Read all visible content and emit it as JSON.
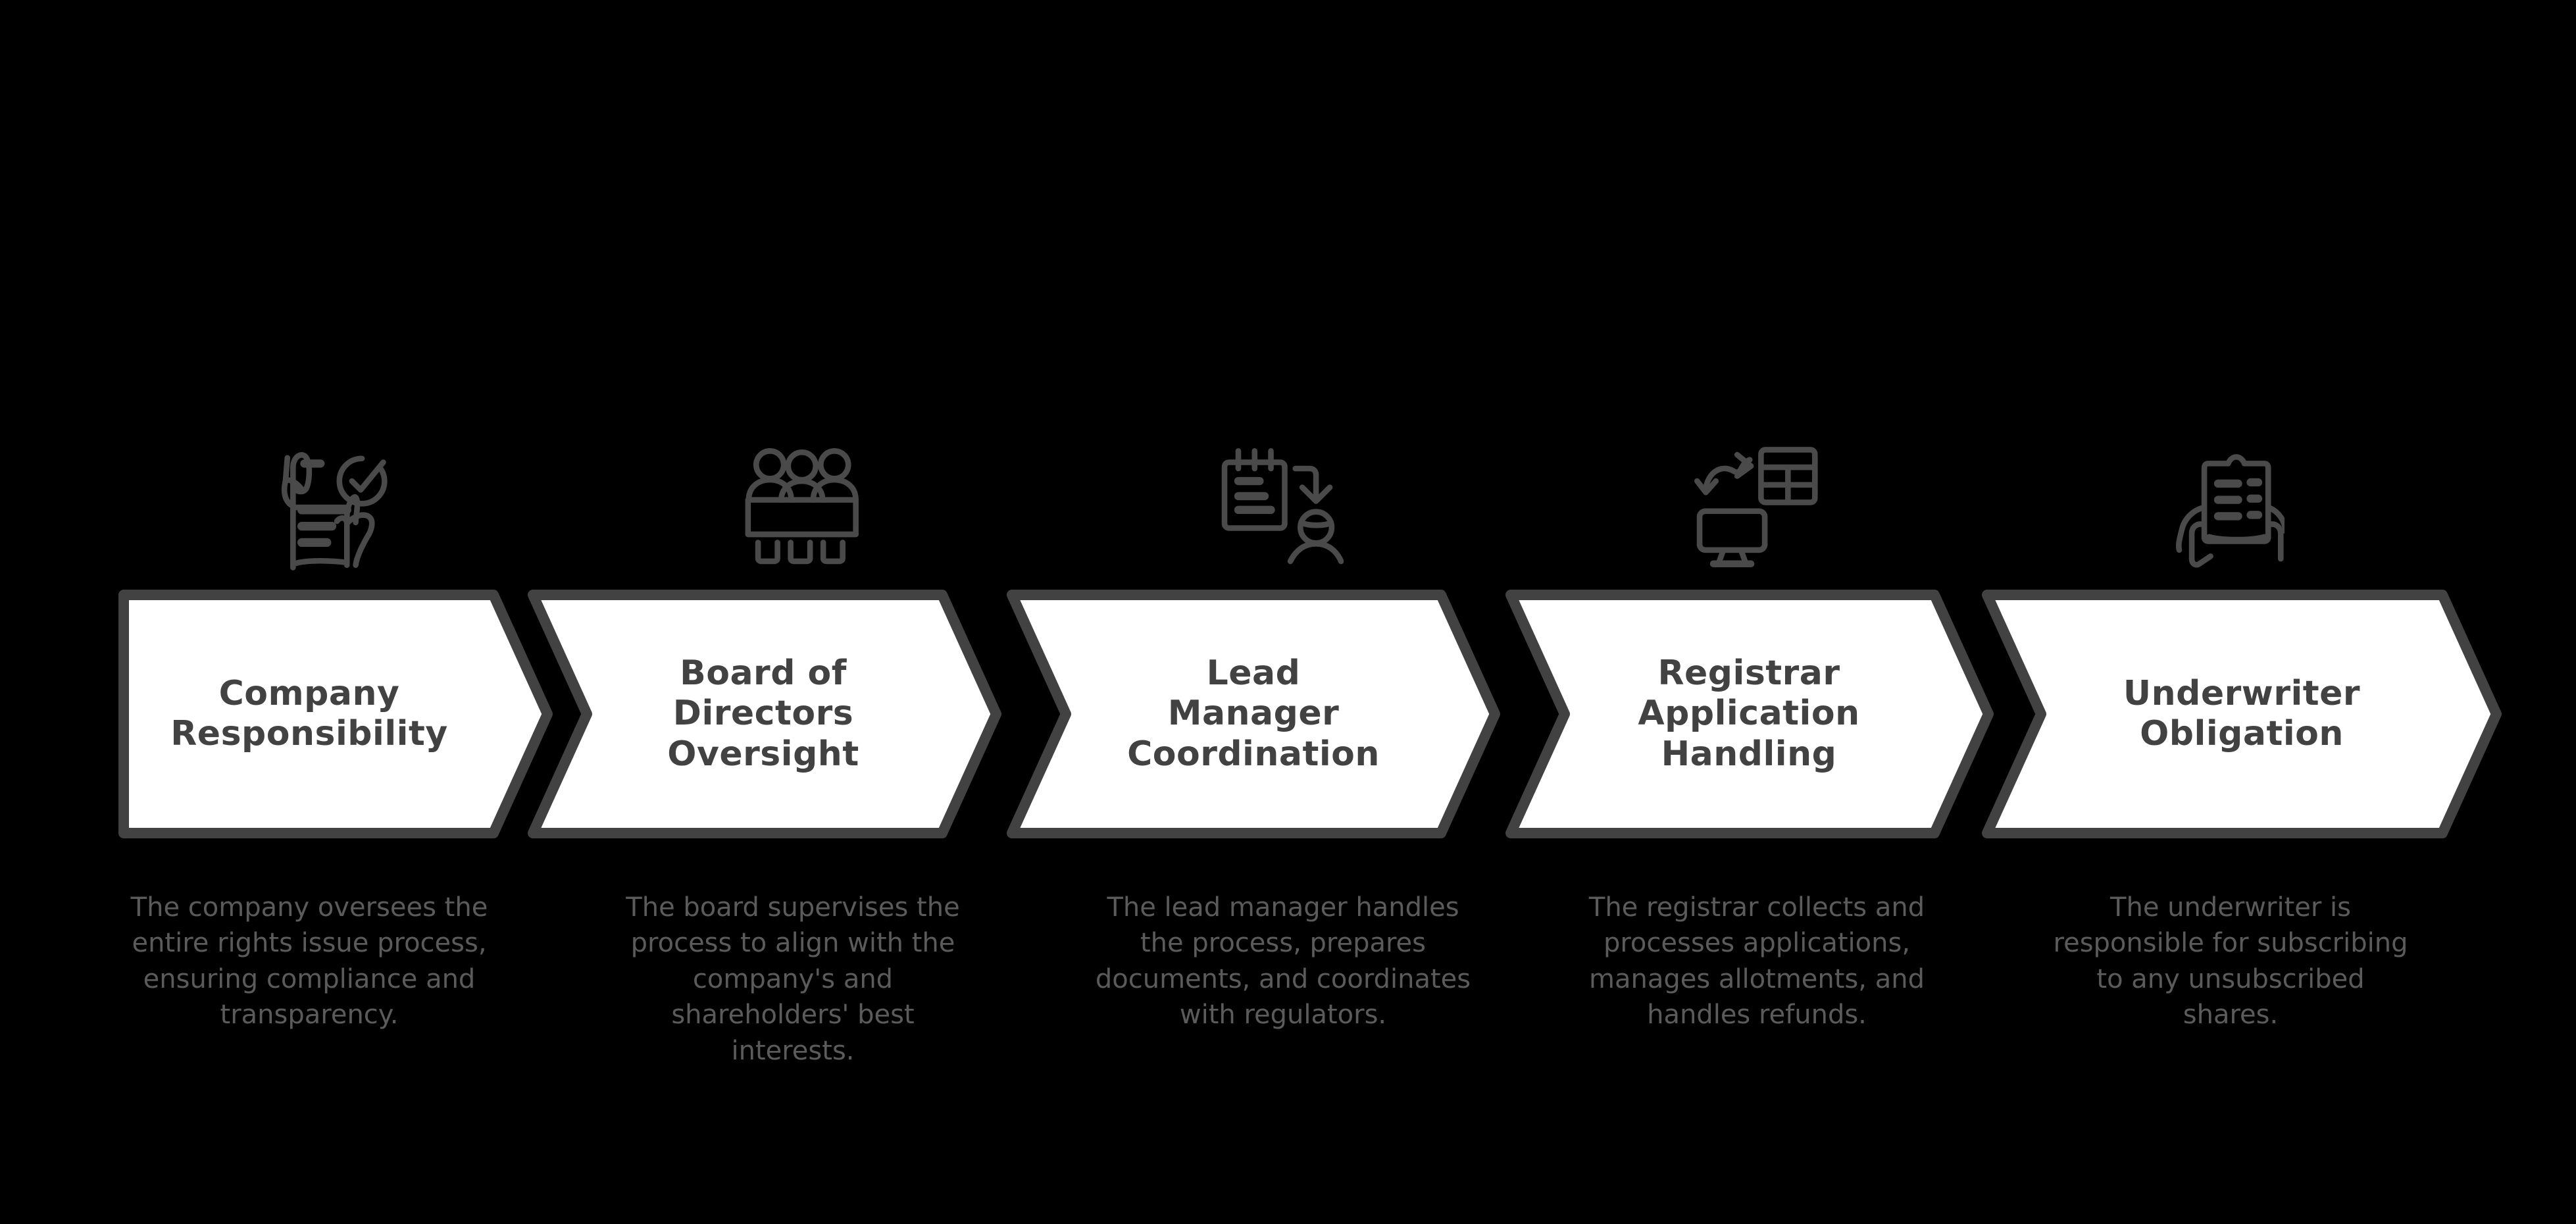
{
  "diagram": {
    "type": "chevron-process-flow",
    "background_color": "#000000",
    "chevron_fill": "#FFFFFF",
    "chevron_stroke": "#424242",
    "title_color": "#424242",
    "description_color": "#5b5b5b",
    "icon_color": "#4a4a4a",
    "step_count": 5,
    "steps": [
      {
        "index": 1,
        "title": "Company\nResponsibility",
        "title_line1": "Company",
        "title_line2": "Responsibility",
        "description": "The company oversees the entire rights issue process, ensuring compliance and transparency.",
        "icon": "hands-holding-document-check-icon"
      },
      {
        "index": 2,
        "title": "Board of Directors Oversight",
        "title_line1": "Board of",
        "title_line2": "Directors",
        "title_line3": "Oversight",
        "description": "The board supervises the process to align with the company's and shareholders' best interests.",
        "icon": "board-meeting-people-table-icon"
      },
      {
        "index": 3,
        "title": "Lead Manager Coordination",
        "title_line1": "Lead",
        "title_line2": "Manager",
        "title_line3": "Coordination",
        "description": "The lead manager handles the process, prepares documents, and coordinates with regulators.",
        "icon": "notepad-arrow-person-icon"
      },
      {
        "index": 4,
        "title": "Registrar Application Handling",
        "title_line1": "Registrar",
        "title_line2": "Application",
        "title_line3": "Handling",
        "description": "The registrar collects and processes applications, manages allotments, and handles refunds.",
        "icon": "monitor-spreadsheet-sync-icon"
      },
      {
        "index": 5,
        "title": "Underwriter Obligation",
        "title_line1": "Underwriter",
        "title_line2": "Obligation",
        "description": "The underwriter is responsible for subscribing to any unsubscribed shares.",
        "icon": "hands-holding-clipboard-icon"
      }
    ]
  }
}
